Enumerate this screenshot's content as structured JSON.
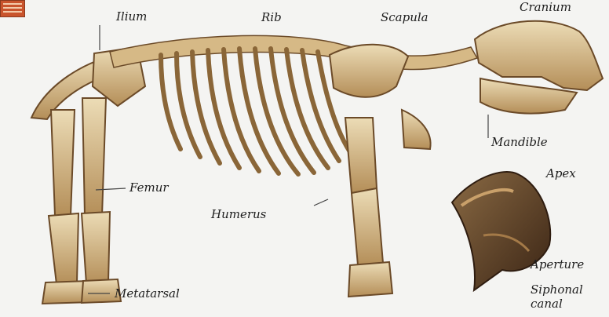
{
  "labels": {
    "ilium": "Ilium",
    "rib": "Rib",
    "scapula": "Scapula",
    "cranium": "Cranium",
    "mandible": "Mandible",
    "apex": "Apex",
    "femur": "Femur",
    "humerus": "Humerus",
    "metatarsal": "Metatarsal",
    "aperture": "Aperture",
    "siphonal_canal_1": "Siphonal",
    "siphonal_canal_2": "canal"
  },
  "icons": {
    "corner": "book-icon"
  },
  "colors": {
    "background": "#f4f4f2",
    "bone_light": "#e6d1a8",
    "bone_mid": "#c9a66e",
    "bone_dark": "#7c5a33",
    "shell": "#5a3a22",
    "icon_red": "#c9542c"
  }
}
